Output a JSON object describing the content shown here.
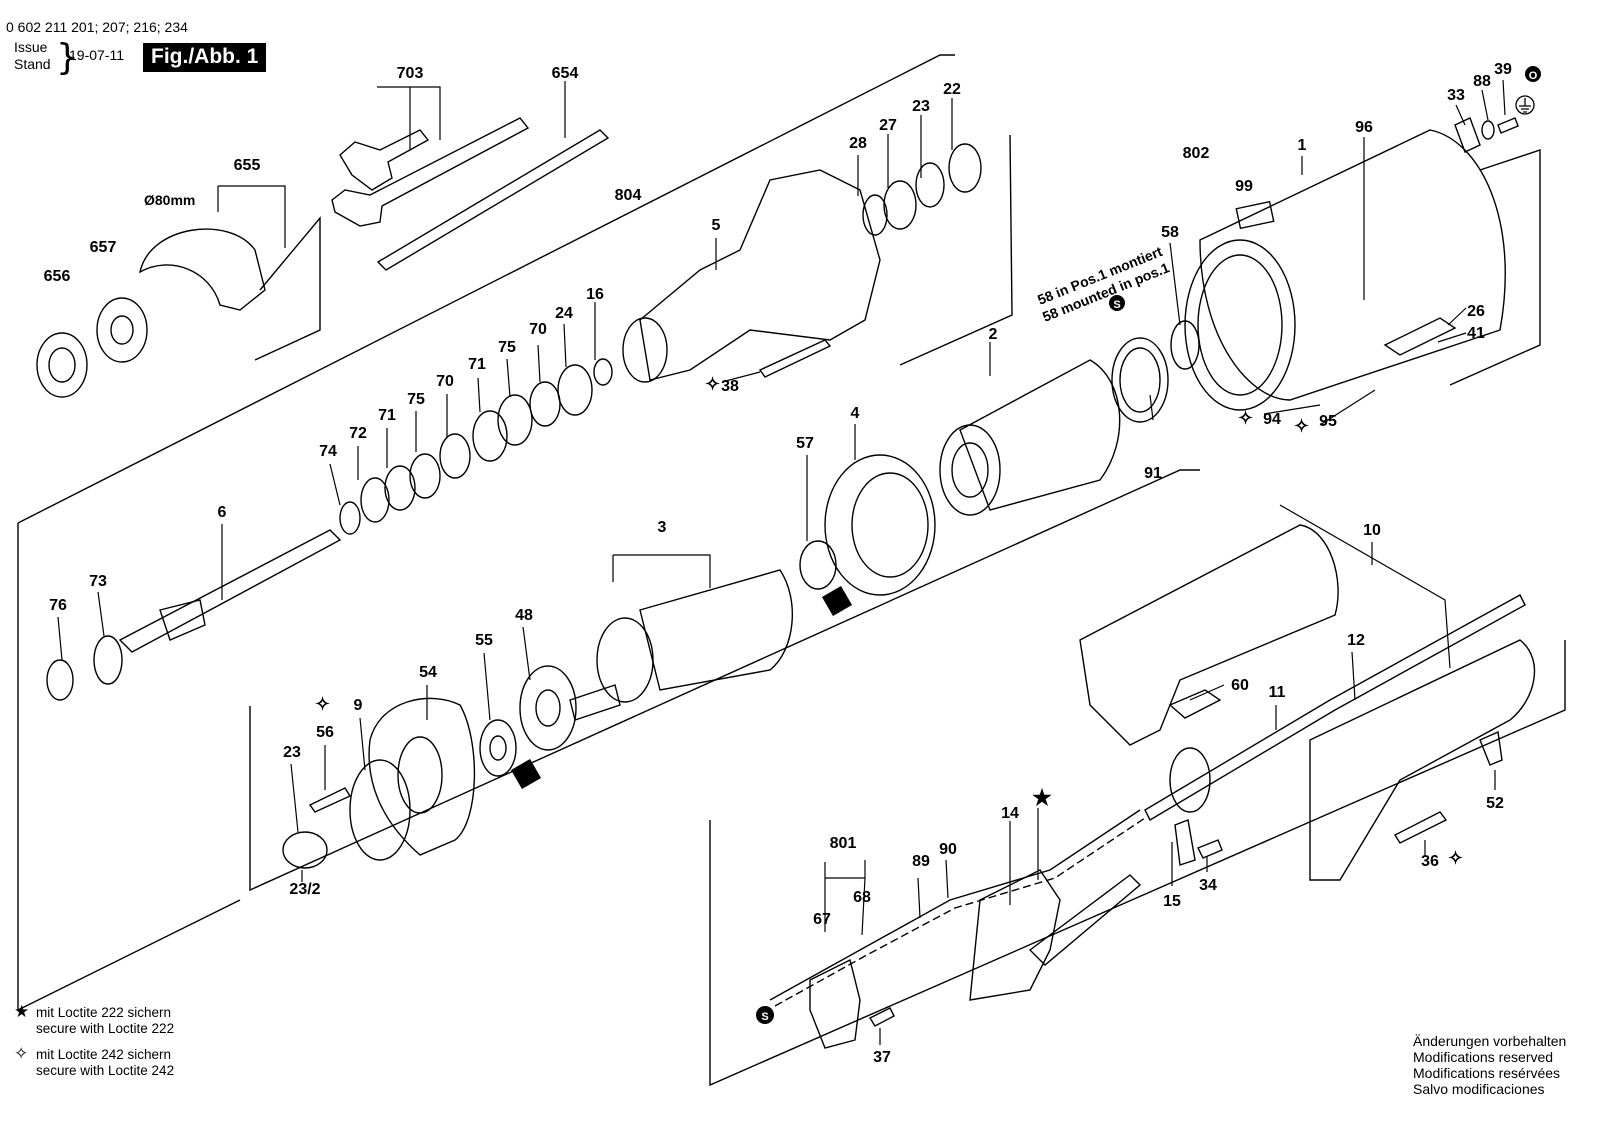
{
  "header": {
    "part_numbers": "0 602 211 201; 207; 216; 234",
    "issue_label": "Issue",
    "stand_label": "Stand",
    "date": "19-07-11",
    "figure": "Fig./Abb. 1"
  },
  "annotations": {
    "diameter": "Ø80mm",
    "mount_de": "58 in Pos.1 montiert",
    "mount_en": "58 mounted in pos.1",
    "s_marker": "S",
    "o_marker": "O"
  },
  "labels": [
    {
      "id": "703",
      "text": "703"
    },
    {
      "id": "654",
      "text": "654"
    },
    {
      "id": "655",
      "text": "655"
    },
    {
      "id": "657",
      "text": "657"
    },
    {
      "id": "656",
      "text": "656"
    },
    {
      "id": "804",
      "text": "804"
    },
    {
      "id": "5",
      "text": "5"
    },
    {
      "id": "28",
      "text": "28"
    },
    {
      "id": "27",
      "text": "27"
    },
    {
      "id": "23a",
      "text": "23"
    },
    {
      "id": "22",
      "text": "22"
    },
    {
      "id": "802",
      "text": "802"
    },
    {
      "id": "1",
      "text": "1"
    },
    {
      "id": "96",
      "text": "96"
    },
    {
      "id": "99",
      "text": "99"
    },
    {
      "id": "33",
      "text": "33"
    },
    {
      "id": "88",
      "text": "88"
    },
    {
      "id": "39",
      "text": "39"
    },
    {
      "id": "58",
      "text": "58"
    },
    {
      "id": "26",
      "text": "26"
    },
    {
      "id": "41",
      "text": "41"
    },
    {
      "id": "94",
      "text": "94"
    },
    {
      "id": "95",
      "text": "95"
    },
    {
      "id": "2",
      "text": "2"
    },
    {
      "id": "91",
      "text": "91"
    },
    {
      "id": "4",
      "text": "4"
    },
    {
      "id": "57",
      "text": "57"
    },
    {
      "id": "38",
      "text": "38"
    },
    {
      "id": "16",
      "text": "16"
    },
    {
      "id": "24",
      "text": "24"
    },
    {
      "id": "70a",
      "text": "70"
    },
    {
      "id": "75a",
      "text": "75"
    },
    {
      "id": "71a",
      "text": "71"
    },
    {
      "id": "70b",
      "text": "70"
    },
    {
      "id": "75b",
      "text": "75"
    },
    {
      "id": "71b",
      "text": "71"
    },
    {
      "id": "72",
      "text": "72"
    },
    {
      "id": "74",
      "text": "74"
    },
    {
      "id": "6",
      "text": "6"
    },
    {
      "id": "73",
      "text": "73"
    },
    {
      "id": "76",
      "text": "76"
    },
    {
      "id": "3",
      "text": "3"
    },
    {
      "id": "48",
      "text": "48"
    },
    {
      "id": "55",
      "text": "55"
    },
    {
      "id": "54",
      "text": "54"
    },
    {
      "id": "9",
      "text": "9"
    },
    {
      "id": "56",
      "text": "56"
    },
    {
      "id": "23b",
      "text": "23"
    },
    {
      "id": "23_2",
      "text": "23/2"
    },
    {
      "id": "10",
      "text": "10"
    },
    {
      "id": "12",
      "text": "12"
    },
    {
      "id": "60",
      "text": "60"
    },
    {
      "id": "11",
      "text": "11"
    },
    {
      "id": "52",
      "text": "52"
    },
    {
      "id": "36",
      "text": "36"
    },
    {
      "id": "14",
      "text": "14"
    },
    {
      "id": "801",
      "text": "801"
    },
    {
      "id": "90",
      "text": "90"
    },
    {
      "id": "89",
      "text": "89"
    },
    {
      "id": "68",
      "text": "68"
    },
    {
      "id": "67",
      "text": "67"
    },
    {
      "id": "15",
      "text": "15"
    },
    {
      "id": "34",
      "text": "34"
    },
    {
      "id": "37",
      "text": "37"
    }
  ],
  "legend": {
    "loctite222_de": "mit Loctite 222 sichern",
    "loctite222_en": "secure with Loctite 222",
    "loctite242_de": "mit Loctite 242 sichern",
    "loctite242_en": "secure with Loctite 242"
  },
  "notes": {
    "de": "Änderungen vorbehalten",
    "en": "Modifications reserved",
    "fr": "Modifications resérvées",
    "es": "Salvo modificaciones"
  }
}
